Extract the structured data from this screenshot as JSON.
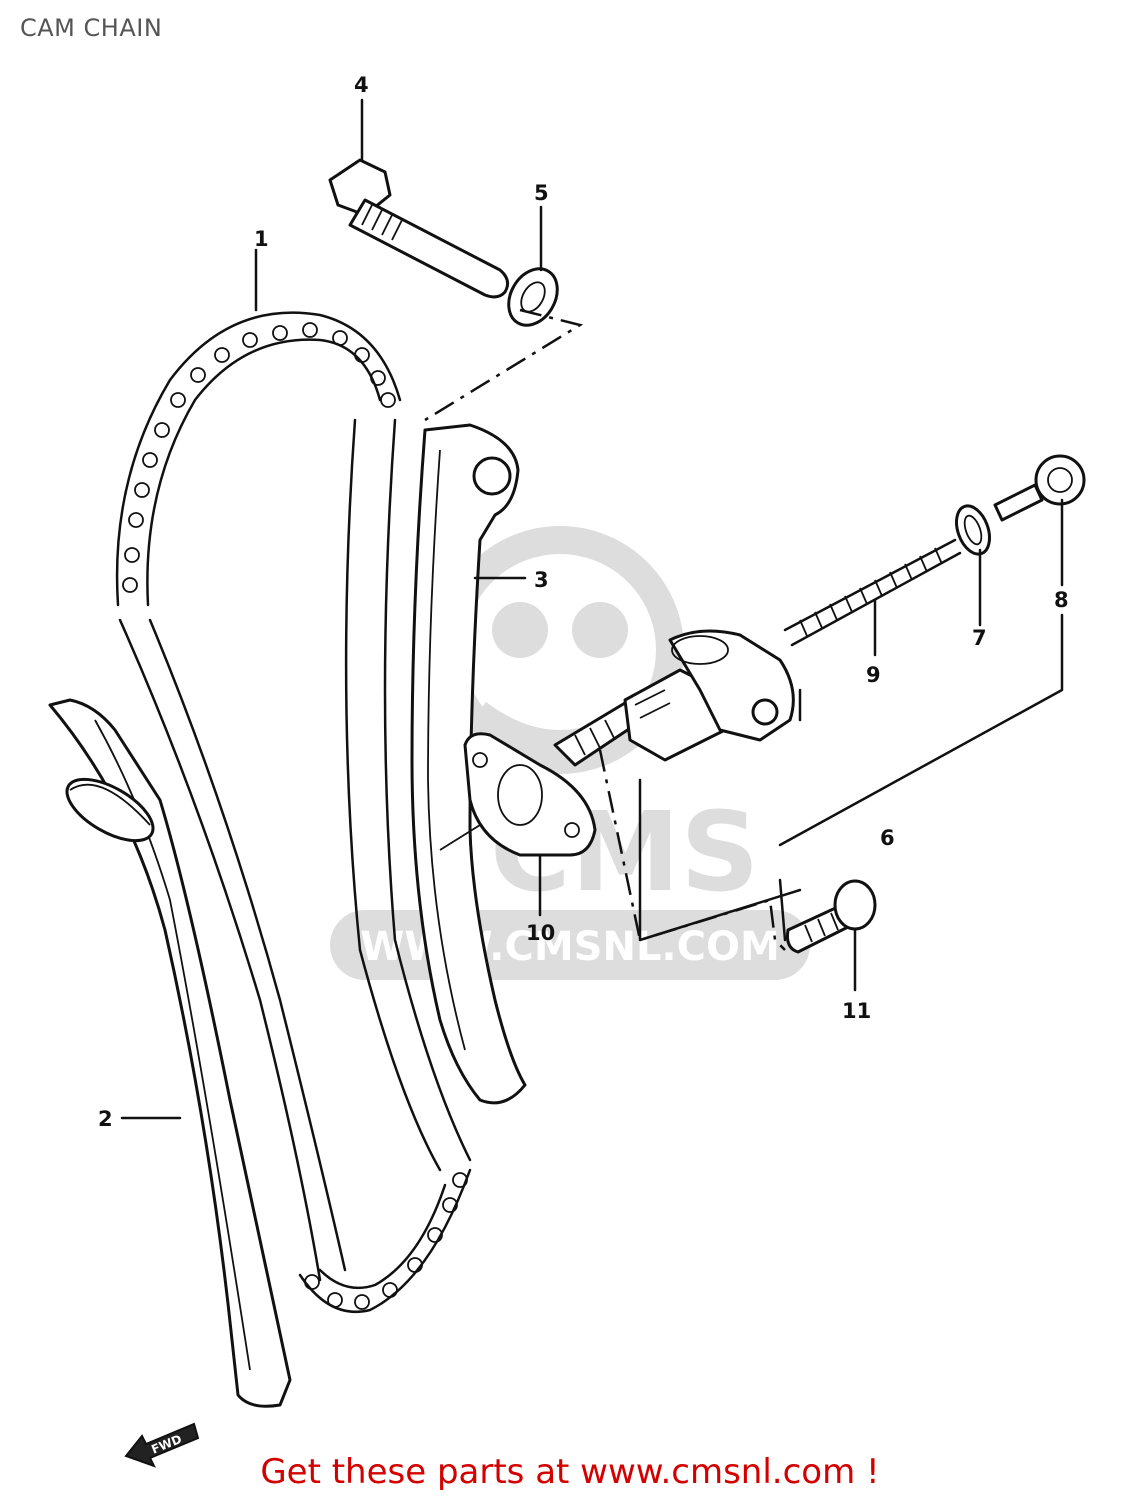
{
  "page": {
    "title": "CAM CHAIN"
  },
  "callouts": [
    "1",
    "2",
    "3",
    "4",
    "5",
    "6",
    "7",
    "8",
    "9",
    "10",
    "11"
  ],
  "watermark": {
    "text": "WWW.CMSNL.COM",
    "brand": "CMS"
  },
  "fwd_badge": "FWD",
  "footer": {
    "cta": "Get these parts at www.cmsnl.com !"
  },
  "colors": {
    "cta": "#d40000",
    "ink": "#111111"
  }
}
